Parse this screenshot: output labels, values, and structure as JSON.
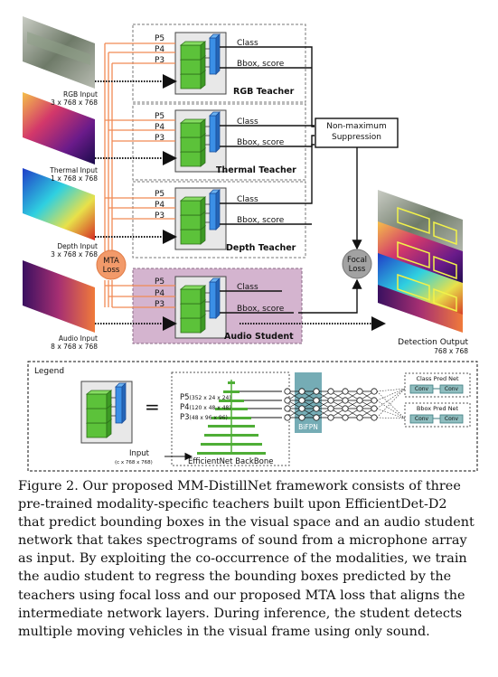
{
  "inputs": [
    {
      "name": "RGB Input",
      "dims": "3 x 768 x 768"
    },
    {
      "name": "Thermal Input",
      "dims": "1 x 768 x 768"
    },
    {
      "name": "Depth Input",
      "dims": "3 x 768 x 768"
    },
    {
      "name": "Audio Input",
      "dims": "8 x 768 x 768"
    }
  ],
  "networks": [
    {
      "title": "RGB Teacher",
      "levels": [
        "P5",
        "P4",
        "P3"
      ],
      "outputs": [
        "Class",
        "Bbox, score"
      ]
    },
    {
      "title": "Thermal Teacher",
      "levels": [
        "P5",
        "P4",
        "P3"
      ],
      "outputs": [
        "Class",
        "Bbox, score"
      ]
    },
    {
      "title": "Depth Teacher",
      "levels": [
        "P5",
        "P4",
        "P3"
      ],
      "outputs": [
        "Class",
        "Bbox, score"
      ]
    },
    {
      "title": "Audio Student",
      "levels": [
        "P5",
        "P4",
        "P3"
      ],
      "outputs": [
        "Class",
        "Bbox, score"
      ]
    }
  ],
  "mta_loss": {
    "line1": "MTA",
    "line2": "Loss"
  },
  "nms": {
    "line1": "Non-maximum",
    "line2": "Suppression"
  },
  "focal_loss": {
    "line1": "Focal",
    "line2": "Loss"
  },
  "detection_output": {
    "label": "Detection Output",
    "dims": "768 x 768"
  },
  "legend": {
    "title": "Legend",
    "equals": "=",
    "p5": "P5",
    "p5_dims": "(352 x 24 x 24)",
    "p4": "P4",
    "p4_dims": "(120 x 48 x 48)",
    "p3": "P3",
    "p3_dims": "(48 x 96 x 96)",
    "input": "Input",
    "input_dims": "(c x 768 x 768)",
    "backbone": "EfficientNet BackBone",
    "bifpn": "BiFPN",
    "class_net": "Class Pred Net",
    "bbox_net": "Bbox Pred Net",
    "conv": "Conv"
  },
  "caption": [
    "Figure 2. Our proposed MM-DistillNet framework consists of three",
    "pre-trained modality-specific teachers built upon EfficientDet-D2",
    "that predict bounding boxes in the visual space and an audio student",
    "network that takes spectrograms of sound from a microphone array",
    "as input. By exploiting the co-occurrence of the modalities, we train",
    "the audio student to regress the bounding boxes predicted by the",
    "teachers using focal loss and our proposed MTA loss that aligns the",
    "intermediate network layers. During inference, the student detects",
    "multiple moving vehicles in the visual frame using only sound."
  ]
}
